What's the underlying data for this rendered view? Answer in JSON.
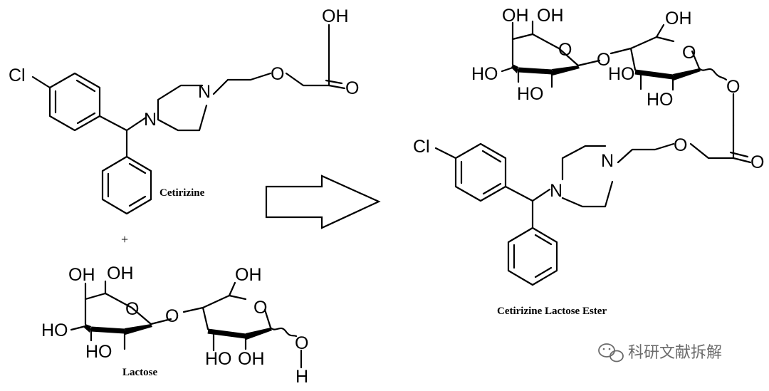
{
  "labels": {
    "cetirizine": "Cetirizine",
    "plus": "+",
    "lactose": "Lactose",
    "product": "Cetirizine Lactose Ester",
    "watermark": "科研文献拆解"
  },
  "atoms": {
    "OH": "OH",
    "HO": "HO",
    "O": "O",
    "N": "N",
    "Cl": "Cl",
    "H": "H"
  },
  "icons": {
    "reaction_arrow": "hollow-right-arrow",
    "watermark_logo": "wechat-icon"
  },
  "colors": {
    "ink": "#000000",
    "watermark": "#6b6b6b",
    "background": "#ffffff"
  }
}
